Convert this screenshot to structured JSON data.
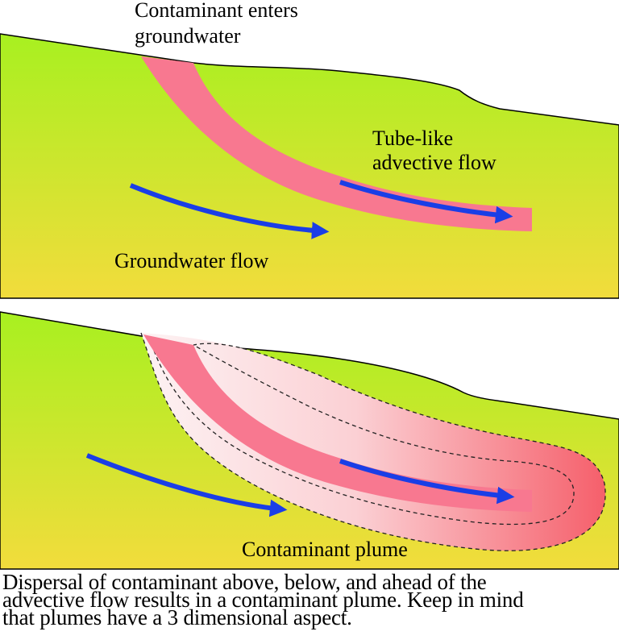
{
  "top_panel": {
    "label_entry_line1": "Contaminant enters",
    "label_entry_line2": "groundwater",
    "label_tube_line1": "Tube-like",
    "label_tube_line2": "advective flow",
    "label_groundwater": "Groundwater flow"
  },
  "bottom_panel": {
    "label_plume": "Contaminant plume"
  },
  "caption": {
    "line1": "Dispersal of contaminant above, below, and ahead of the",
    "line2": "advective flow results in a contaminant plume. Keep in mind",
    "line3": "that plumes have a 3 dimensional aspect."
  },
  "colors": {
    "ground_top": "#a8f020",
    "ground_bottom": "#f2dc3c",
    "tube": "#f87890",
    "plume_light": "#fdeef0",
    "plume_dark": "#f76470",
    "arrow": "#1a3ee6"
  }
}
